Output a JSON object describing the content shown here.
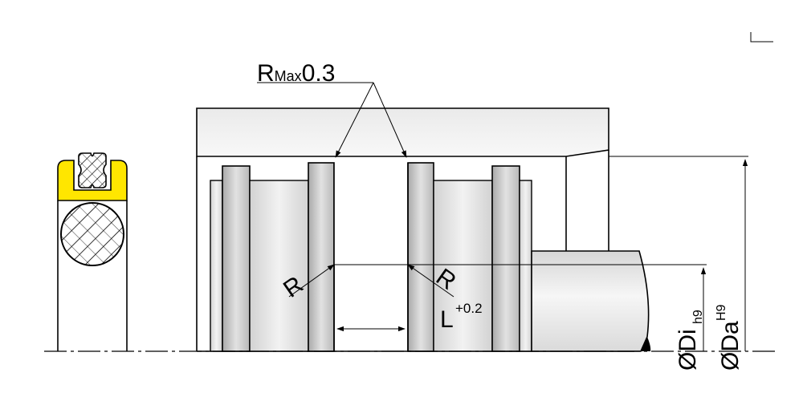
{
  "labels": {
    "r_max_main": "R",
    "r_max_sub": "Max",
    "r_max_value": "0.3",
    "radius_left": "R",
    "radius_right": "R",
    "groove_length": "L",
    "groove_length_tolerance": "+0.2",
    "inner_diameter_symbol": "ØDi",
    "inner_diameter_tolerance": "h9",
    "outer_diameter_symbol": "ØDa",
    "outer_diameter_tolerance": "H9"
  },
  "colors": {
    "seal_ring": "#ffe600",
    "groove_gray": "#cfcfcf",
    "shaft_gray": "#e4e4e4",
    "housing_gray": "#ececec",
    "line": "#000000"
  }
}
